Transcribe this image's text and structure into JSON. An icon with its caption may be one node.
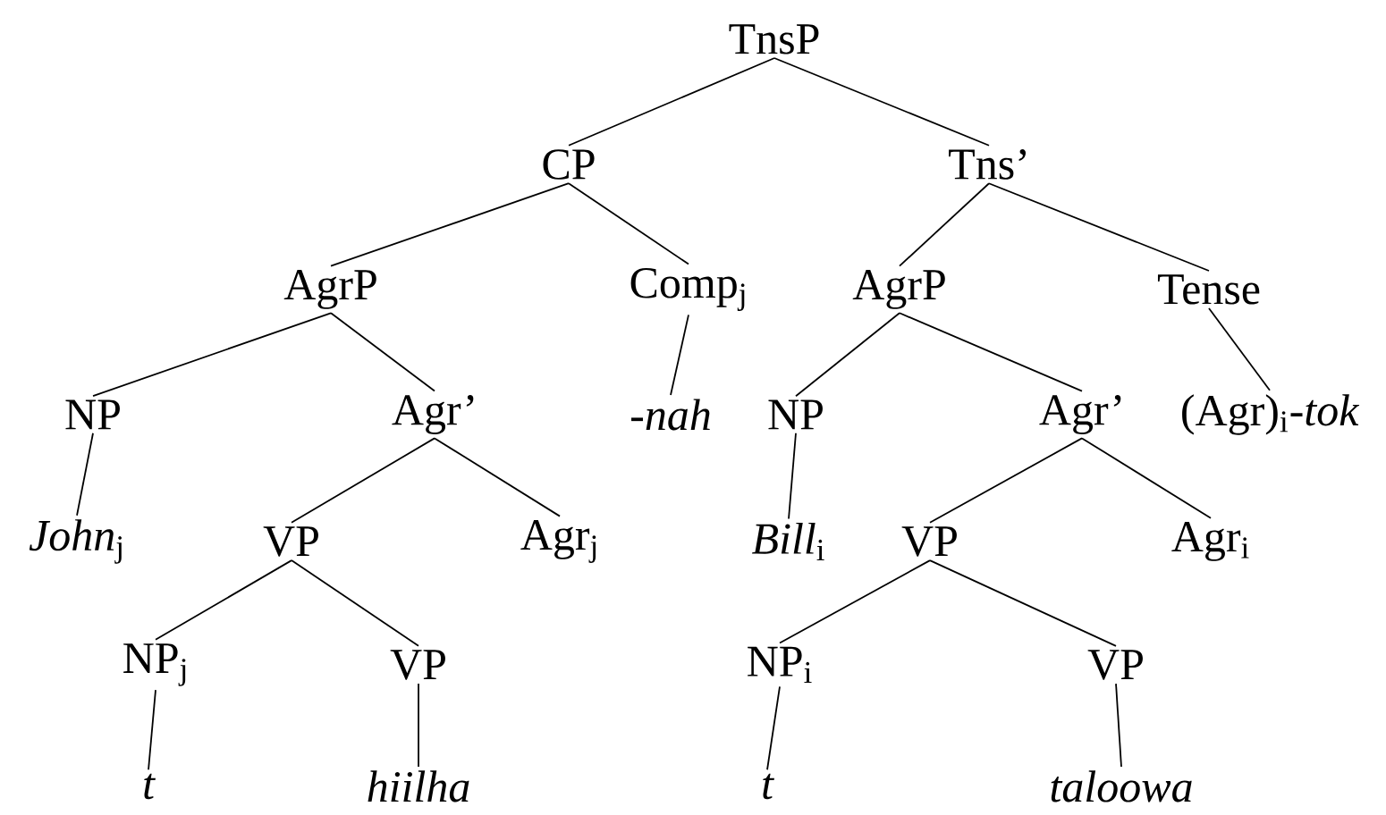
{
  "diagram": {
    "nodes": [
      {
        "text": [
          "TnsP"
        ]
      },
      {
        "text": [
          "CP"
        ]
      },
      {
        "text": [
          "Tns’"
        ]
      },
      {
        "text": [
          "AgrP"
        ]
      },
      {
        "text": [
          "Comp$_{j}$"
        ]
      },
      {
        "text": [
          "AgrP"
        ]
      },
      {
        "text": [
          "Tense"
        ]
      },
      {
        "text": [
          "NP"
        ]
      },
      {
        "text": [
          "Agr’"
        ]
      },
      {
        "text": [
          "-nah"
        ]
      },
      {
        "text": [
          "NP"
        ]
      },
      {
        "text": [
          "Agr’"
        ]
      },
      {
        "text": [
          "(Agr)$_{i}$-*tok*"
        ]
      },
      {
        "text": [
          "*John*$_{j}$"
        ]
      },
      {
        "text": [
          "VP"
        ]
      },
      {
        "text": [
          "Agr$_{j}$"
        ]
      },
      {
        "text": [
          "*Bill*$_{i}$"
        ]
      },
      {
        "text": [
          "VP"
        ]
      },
      {
        "text": [
          "Agr$_{i}$"
        ]
      },
      {
        "text": [
          "NP$_{j}$"
        ]
      },
      {
        "text": [
          "VP"
        ]
      },
      {
        "text": [
          "NP$_{i}$"
        ]
      },
      {
        "text": [
          "VP"
        ]
      },
      {
        "text": [
          "t"
        ]
      },
      {
        "text": [
          "hiilha"
        ]
      },
      {
        "text": [
          "t"
        ]
      },
      {
        "text": [
          "taloowa"
        ]
      }
    ],
    "edges": [
      {
        "from": 0,
        "to": 1,
        "arrow": "none"
      },
      {
        "from": 0,
        "to": 2,
        "arrow": "none"
      },
      {
        "from": 1,
        "to": 3,
        "arrow": "none"
      },
      {
        "from": 1,
        "to": 4,
        "arrow": "none"
      },
      {
        "from": 2,
        "to": 5,
        "arrow": "none"
      },
      {
        "from": 2,
        "to": 6,
        "arrow": "none"
      },
      {
        "from": 3,
        "to": 7,
        "arrow": "none"
      },
      {
        "from": 3,
        "to": 8,
        "arrow": "none"
      },
      {
        "from": 4,
        "to": 9,
        "arrow": "none"
      },
      {
        "from": 5,
        "to": 10,
        "arrow": "none"
      },
      {
        "from": 5,
        "to": 11,
        "arrow": "none"
      },
      {
        "from": 6,
        "to": 12,
        "arrow": "none"
      },
      {
        "from": 7,
        "to": 13,
        "arrow": "none"
      },
      {
        "from": 8,
        "to": 14,
        "arrow": "none"
      },
      {
        "from": 8,
        "to": 15,
        "arrow": "none"
      },
      {
        "from": 10,
        "to": 16,
        "arrow": "none"
      },
      {
        "from": 11,
        "to": 17,
        "arrow": "none"
      },
      {
        "from": 11,
        "to": 18,
        "arrow": "none"
      },
      {
        "from": 14,
        "to": 19,
        "arrow": "none"
      },
      {
        "from": 14,
        "to": 20,
        "arrow": "none"
      },
      {
        "from": 17,
        "to": 21,
        "arrow": "none"
      },
      {
        "from": 17,
        "to": 22,
        "arrow": "none"
      },
      {
        "from": 19,
        "to": 23,
        "arrow": "none"
      },
      {
        "from": 20,
        "to": 24,
        "arrow": "none"
      },
      {
        "from": 21,
        "to": 25,
        "arrow": "none"
      },
      {
        "from": 22,
        "to": 26,
        "arrow": "none"
      }
    ]
  }
}
